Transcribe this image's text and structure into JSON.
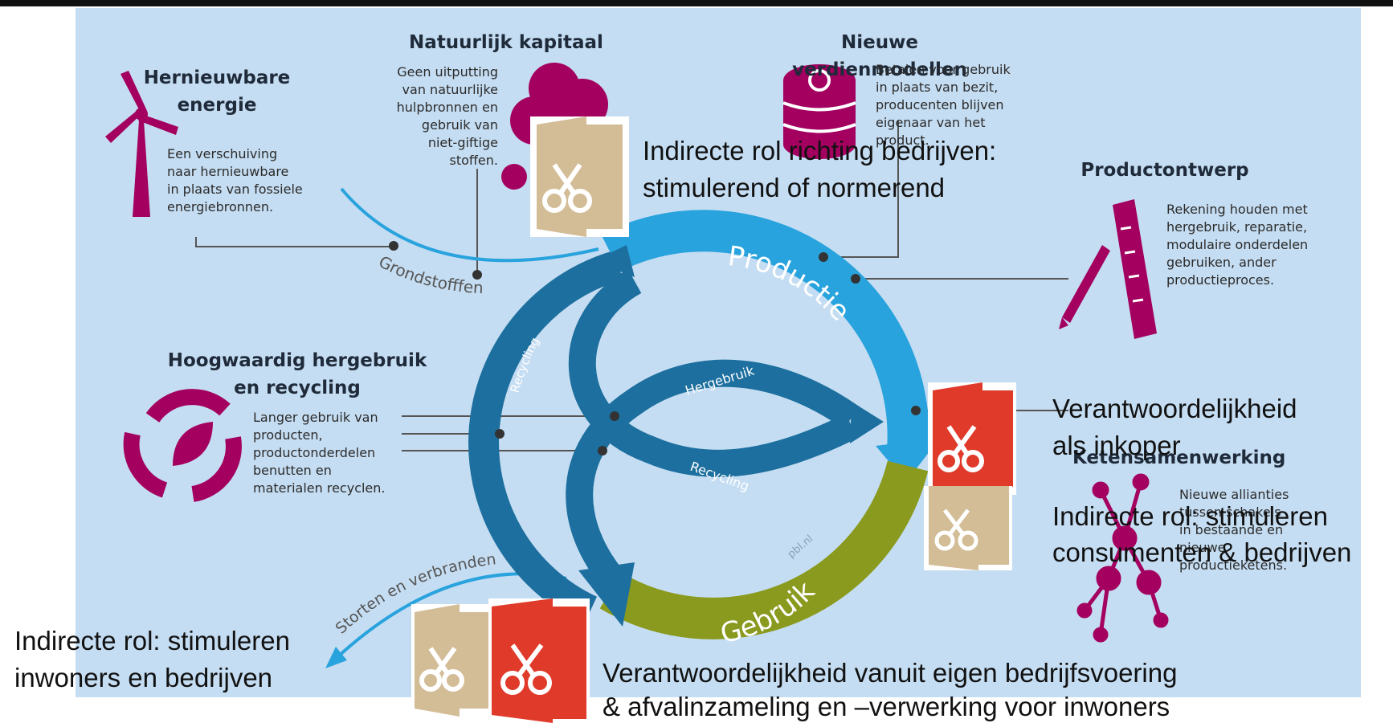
{
  "colors": {
    "panel": "#c5ddf2",
    "magenta": "#a3005f",
    "production": "#29a3dd",
    "dark_blue": "#1c6f9e",
    "olive": "#8a9a1e",
    "red": "#e03a2a",
    "tan": "#d3bd97"
  },
  "categories": {
    "renewable": {
      "title_line1": "Hernieuwbare",
      "title_line2": "energie",
      "lines": [
        "Een verschuiving",
        "naar hernieuwbare",
        "in plaats van fossiele",
        "energiebronnen."
      ],
      "icon": "wind-turbine-icon"
    },
    "natural_capital": {
      "title": "Natuurlijk kapitaal",
      "lines": [
        "Geen uitputting",
        "van natuurlijke",
        "hulpbronnen en",
        "gebruik van",
        "niet-giftige",
        "stoffen."
      ],
      "icon": "tree-icon"
    },
    "earning_models": {
      "title": "Nieuwe verdienmodellen",
      "lines": [
        "Betalen voor gebruik",
        "in plaats van bezit,",
        "producenten blijven",
        "eigenaar van het",
        "product."
      ],
      "icon": "euro-coins-icon"
    },
    "product_design": {
      "title": "Productontwerp",
      "lines": [
        "Rekening houden met",
        "hergebruik, reparatie,",
        "modulaire onderdelen",
        "gebruiken, ander",
        "productieproces."
      ],
      "icon": "ruler-pencil-icon"
    },
    "reuse": {
      "title_line1": "Hoogwaardig hergebruik",
      "title_line2": "en recycling",
      "lines": [
        "Langer gebruik van",
        "producten,",
        "productonderdelen",
        "benutten en",
        "materialen recyclen."
      ],
      "icon": "recycle-leaf-icon"
    },
    "chain": {
      "title": "Ketensamenwerking",
      "lines": [
        "Nieuwe allianties",
        "tussen schakels",
        "in bestaande en",
        "nieuwe",
        "productieketens."
      ],
      "icon": "network-icon"
    }
  },
  "cycle": {
    "production": "Productie",
    "usage": "Gebruik",
    "reuse_inner": "Hergebruik",
    "recycling_inner": "Recycling",
    "recycling_left": "Recycling",
    "raw_materials": "Grondstofffen",
    "landfill": "Storten en verbranden",
    "credit": "pbl.nl"
  },
  "overlays": {
    "indirect_companies_1": "Indirecte rol richting bedrijven:",
    "indirect_companies_2": "stimulerend of normerend",
    "buyer_1": "Verantwoordelijkheid",
    "buyer_2": "als inkoper",
    "consumers_1": "Indirecte rol: stimuleren",
    "consumers_2": "consumenten & bedrijven",
    "residents_1": "Indirecte rol: stimuleren",
    "residents_2": "inwoners en bedrijven",
    "operations_1": "Verantwoordelijkheid vanuit eigen bedrijfsvoering",
    "operations_2": "& afvalinzameling en –verwerking voor inwoners"
  },
  "icons": {
    "key_tan": "tan-key-door-icon",
    "key_red": "red-key-door-icon"
  }
}
